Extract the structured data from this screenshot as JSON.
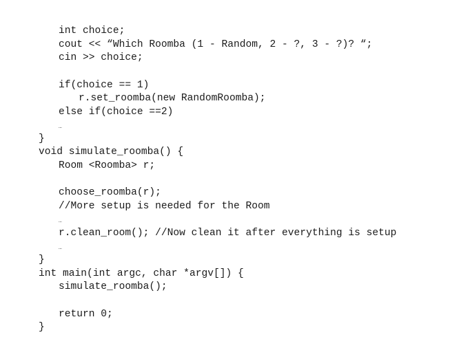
{
  "code": {
    "lines": [
      "int choice;",
      "cout << “Which Roomba (1 - Random, 2 - ?, 3 - ?)? “;",
      "cin >> choice;",
      "if(choice == 1)",
      "r.set_roomba(new RandomRoomba);",
      "else if(choice ==2)",
      "…",
      "}",
      "void simulate_roomba() {",
      "Room <Roomba> r;",
      "choose_roomba(r);",
      "//More setup is needed for the Room",
      "…",
      "r.clean_room(); //Now clean it after everything is setup",
      "…",
      "}",
      "int main(int argc, char *argv[]) {",
      "simulate_roomba();",
      "return 0;",
      "}"
    ]
  }
}
